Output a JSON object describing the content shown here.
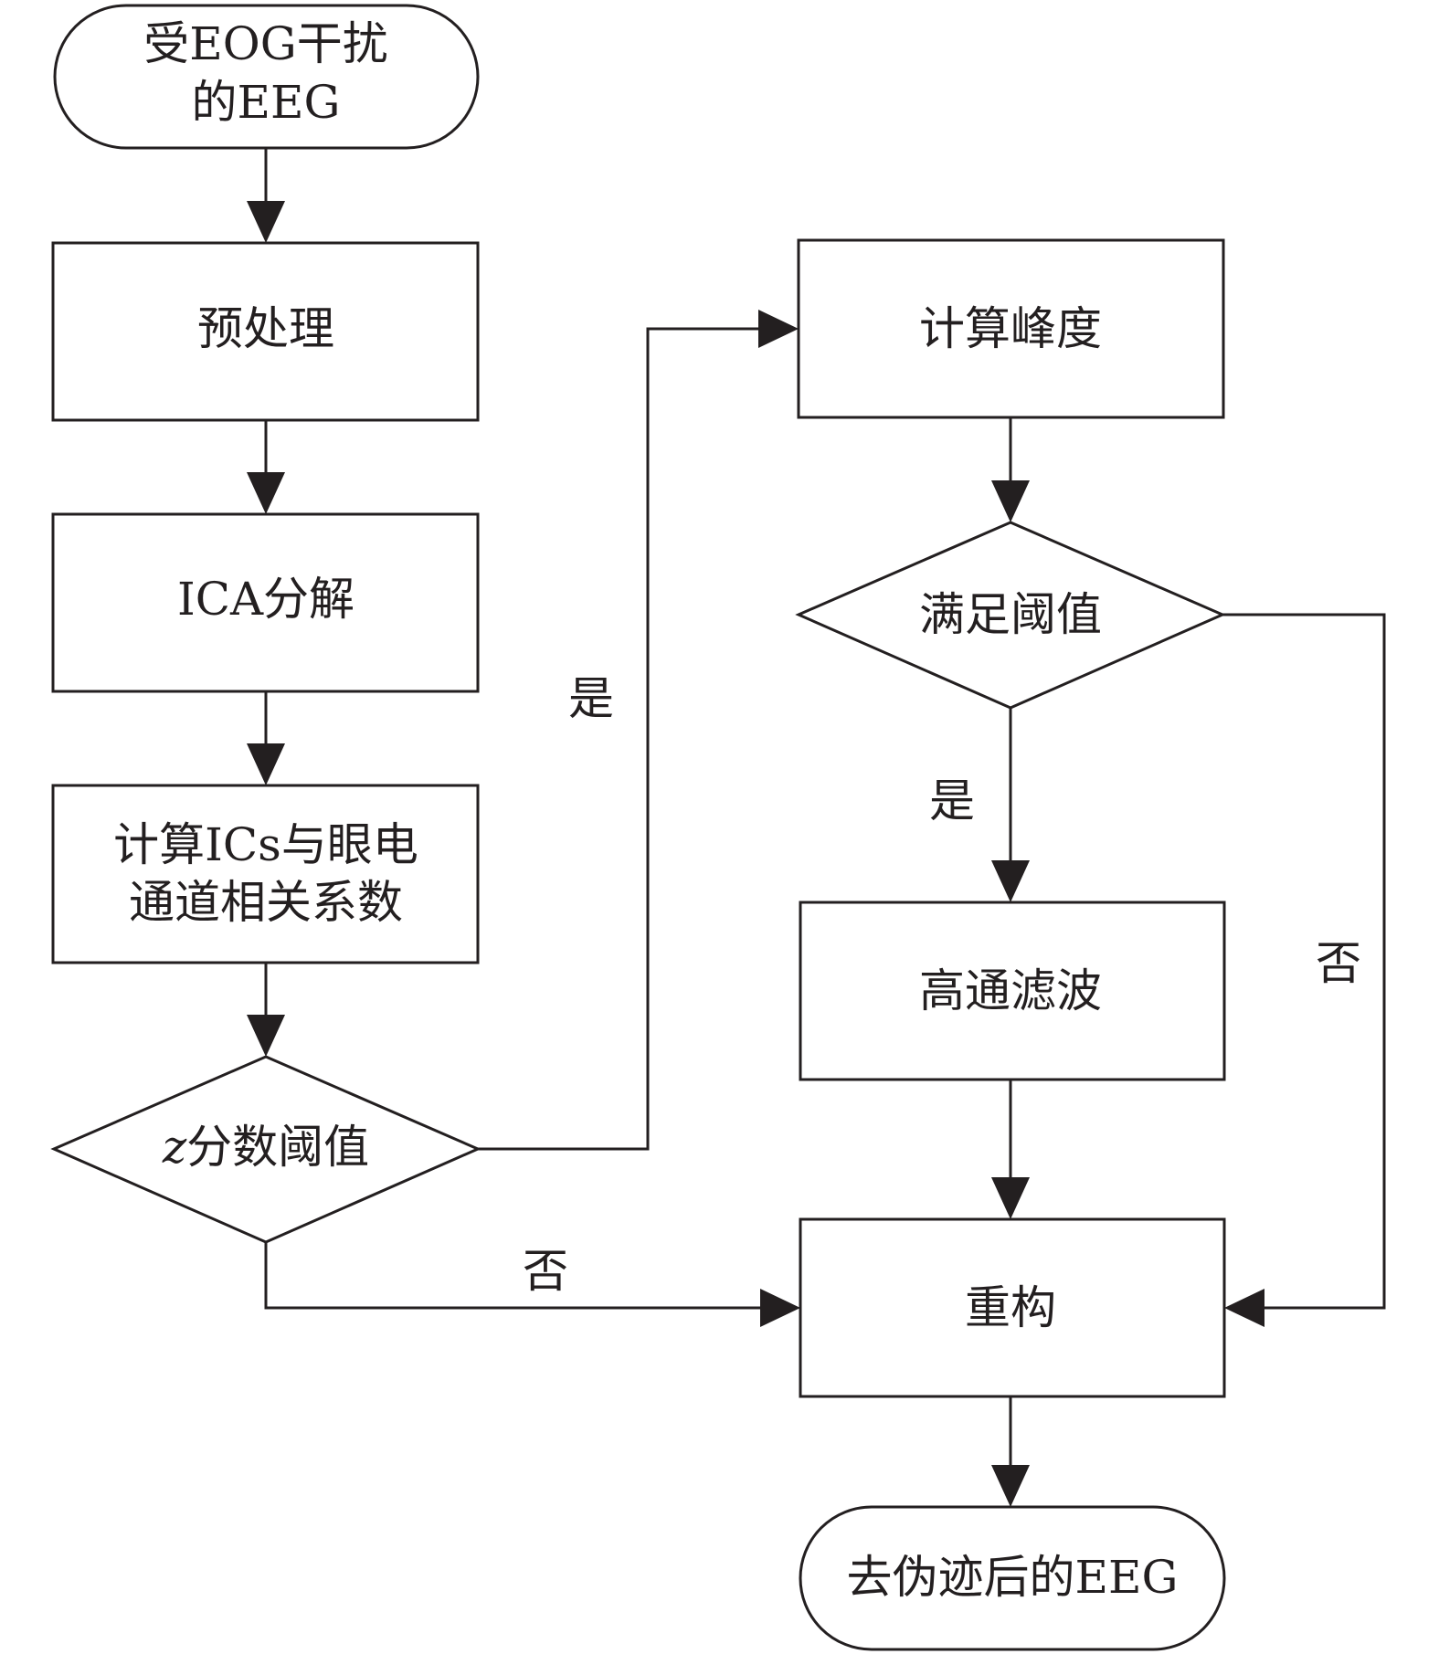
{
  "flowchart": {
    "start": {
      "line1": "受EOG干扰",
      "line2": "的EEG"
    },
    "preprocess": "预处理",
    "ica": "ICA分解",
    "corr": {
      "line1": "计算ICs与眼电",
      "line2": "通道相关系数"
    },
    "zscore": {
      "var": "z",
      "rest": "分数阈值"
    },
    "kurtosis": "计算峰度",
    "meet_threshold": "满足阈值",
    "highpass": "高通滤波",
    "reconstruct": "重构",
    "end": "去伪迹后的EEG",
    "labels": {
      "z_yes": "是",
      "z_no": "否",
      "k_yes": "是",
      "k_no": "否"
    }
  },
  "colors": {
    "stroke": "#231f20",
    "background": "#ffffff"
  }
}
